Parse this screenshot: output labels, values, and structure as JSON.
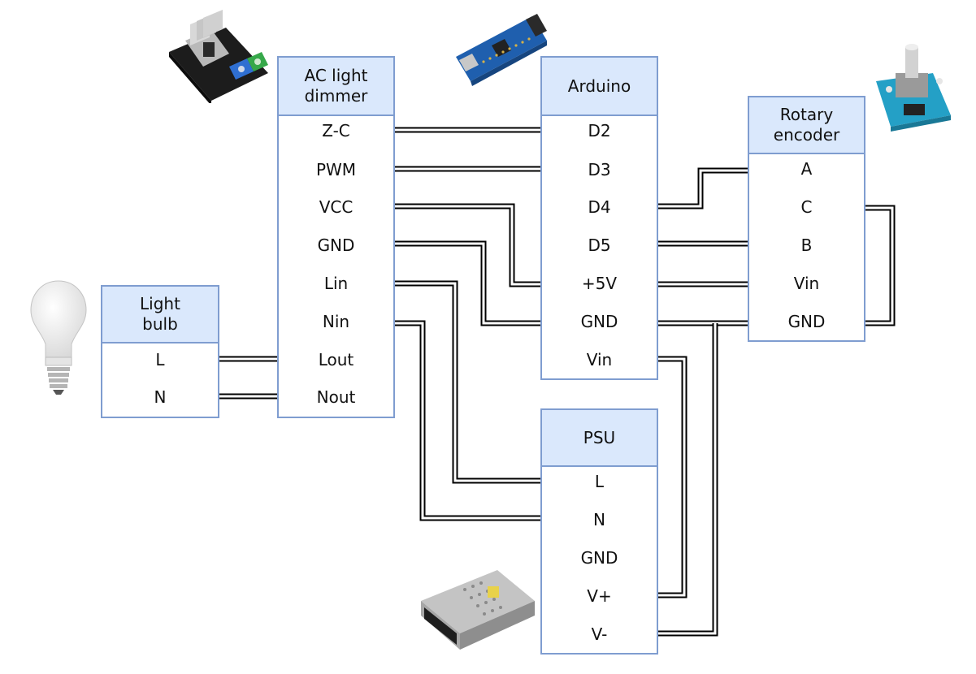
{
  "blocks": {
    "dimmer": {
      "title": "AC light\ndimmer",
      "pins": [
        "Z-C",
        "PWM",
        "VCC",
        "GND",
        "Lin",
        "Nin",
        "Lout",
        "Nout"
      ]
    },
    "arduino": {
      "title": "Arduino",
      "pins": [
        "D2",
        "D3",
        "D4",
        "D5",
        "+5V",
        "GND",
        "Vin"
      ]
    },
    "encoder": {
      "title": "Rotary\nencoder",
      "pins": [
        "A",
        "C",
        "B",
        "Vin",
        "GND"
      ]
    },
    "bulb": {
      "title": "Light\nbulb",
      "pins": [
        "L",
        "N"
      ]
    },
    "psu": {
      "title": "PSU",
      "pins": [
        "L",
        "N",
        "GND",
        "V+",
        "V-"
      ]
    }
  },
  "connections": [
    "dimmer Z-C - arduino D2",
    "dimmer PWM - arduino D3",
    "dimmer VCC - arduino +5V",
    "dimmer GND - arduino GND",
    "dimmer Lin - psu L",
    "dimmer Nin - psu N",
    "bulb L - dimmer Lout",
    "bulb N - dimmer Nout",
    "arduino D4 - encoder A",
    "arduino D5 - encoder B",
    "arduino +5V - encoder Vin",
    "arduino GND - encoder GND",
    "encoder C - encoder GND",
    "arduino Vin - psu V+",
    "arduino GND - psu V-"
  ],
  "colors": {
    "header_fill": "#dae8fc",
    "border": "#7f9dd0",
    "wire": "#000000"
  },
  "illustrations": [
    "dimmer-module-image",
    "arduino-nano-image",
    "rotary-encoder-image",
    "light-bulb-image",
    "psu-image"
  ]
}
